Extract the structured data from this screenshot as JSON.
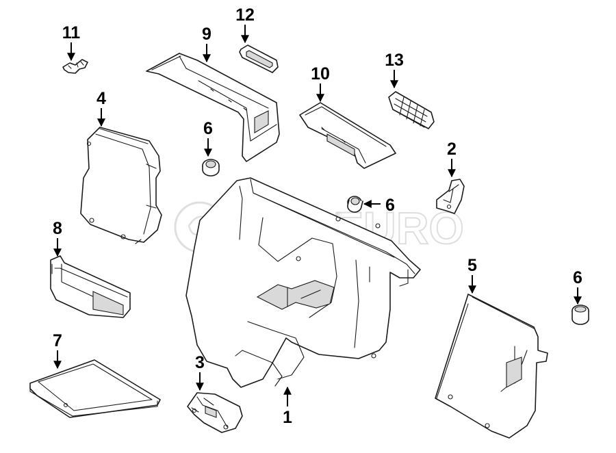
{
  "watermark": {
    "text": "FCP EURO",
    "registered": "®"
  },
  "callouts": [
    "1",
    "2",
    "3",
    "4",
    "5",
    "6",
    "6",
    "6",
    "7",
    "8",
    "9",
    "10",
    "11",
    "12",
    "13"
  ]
}
